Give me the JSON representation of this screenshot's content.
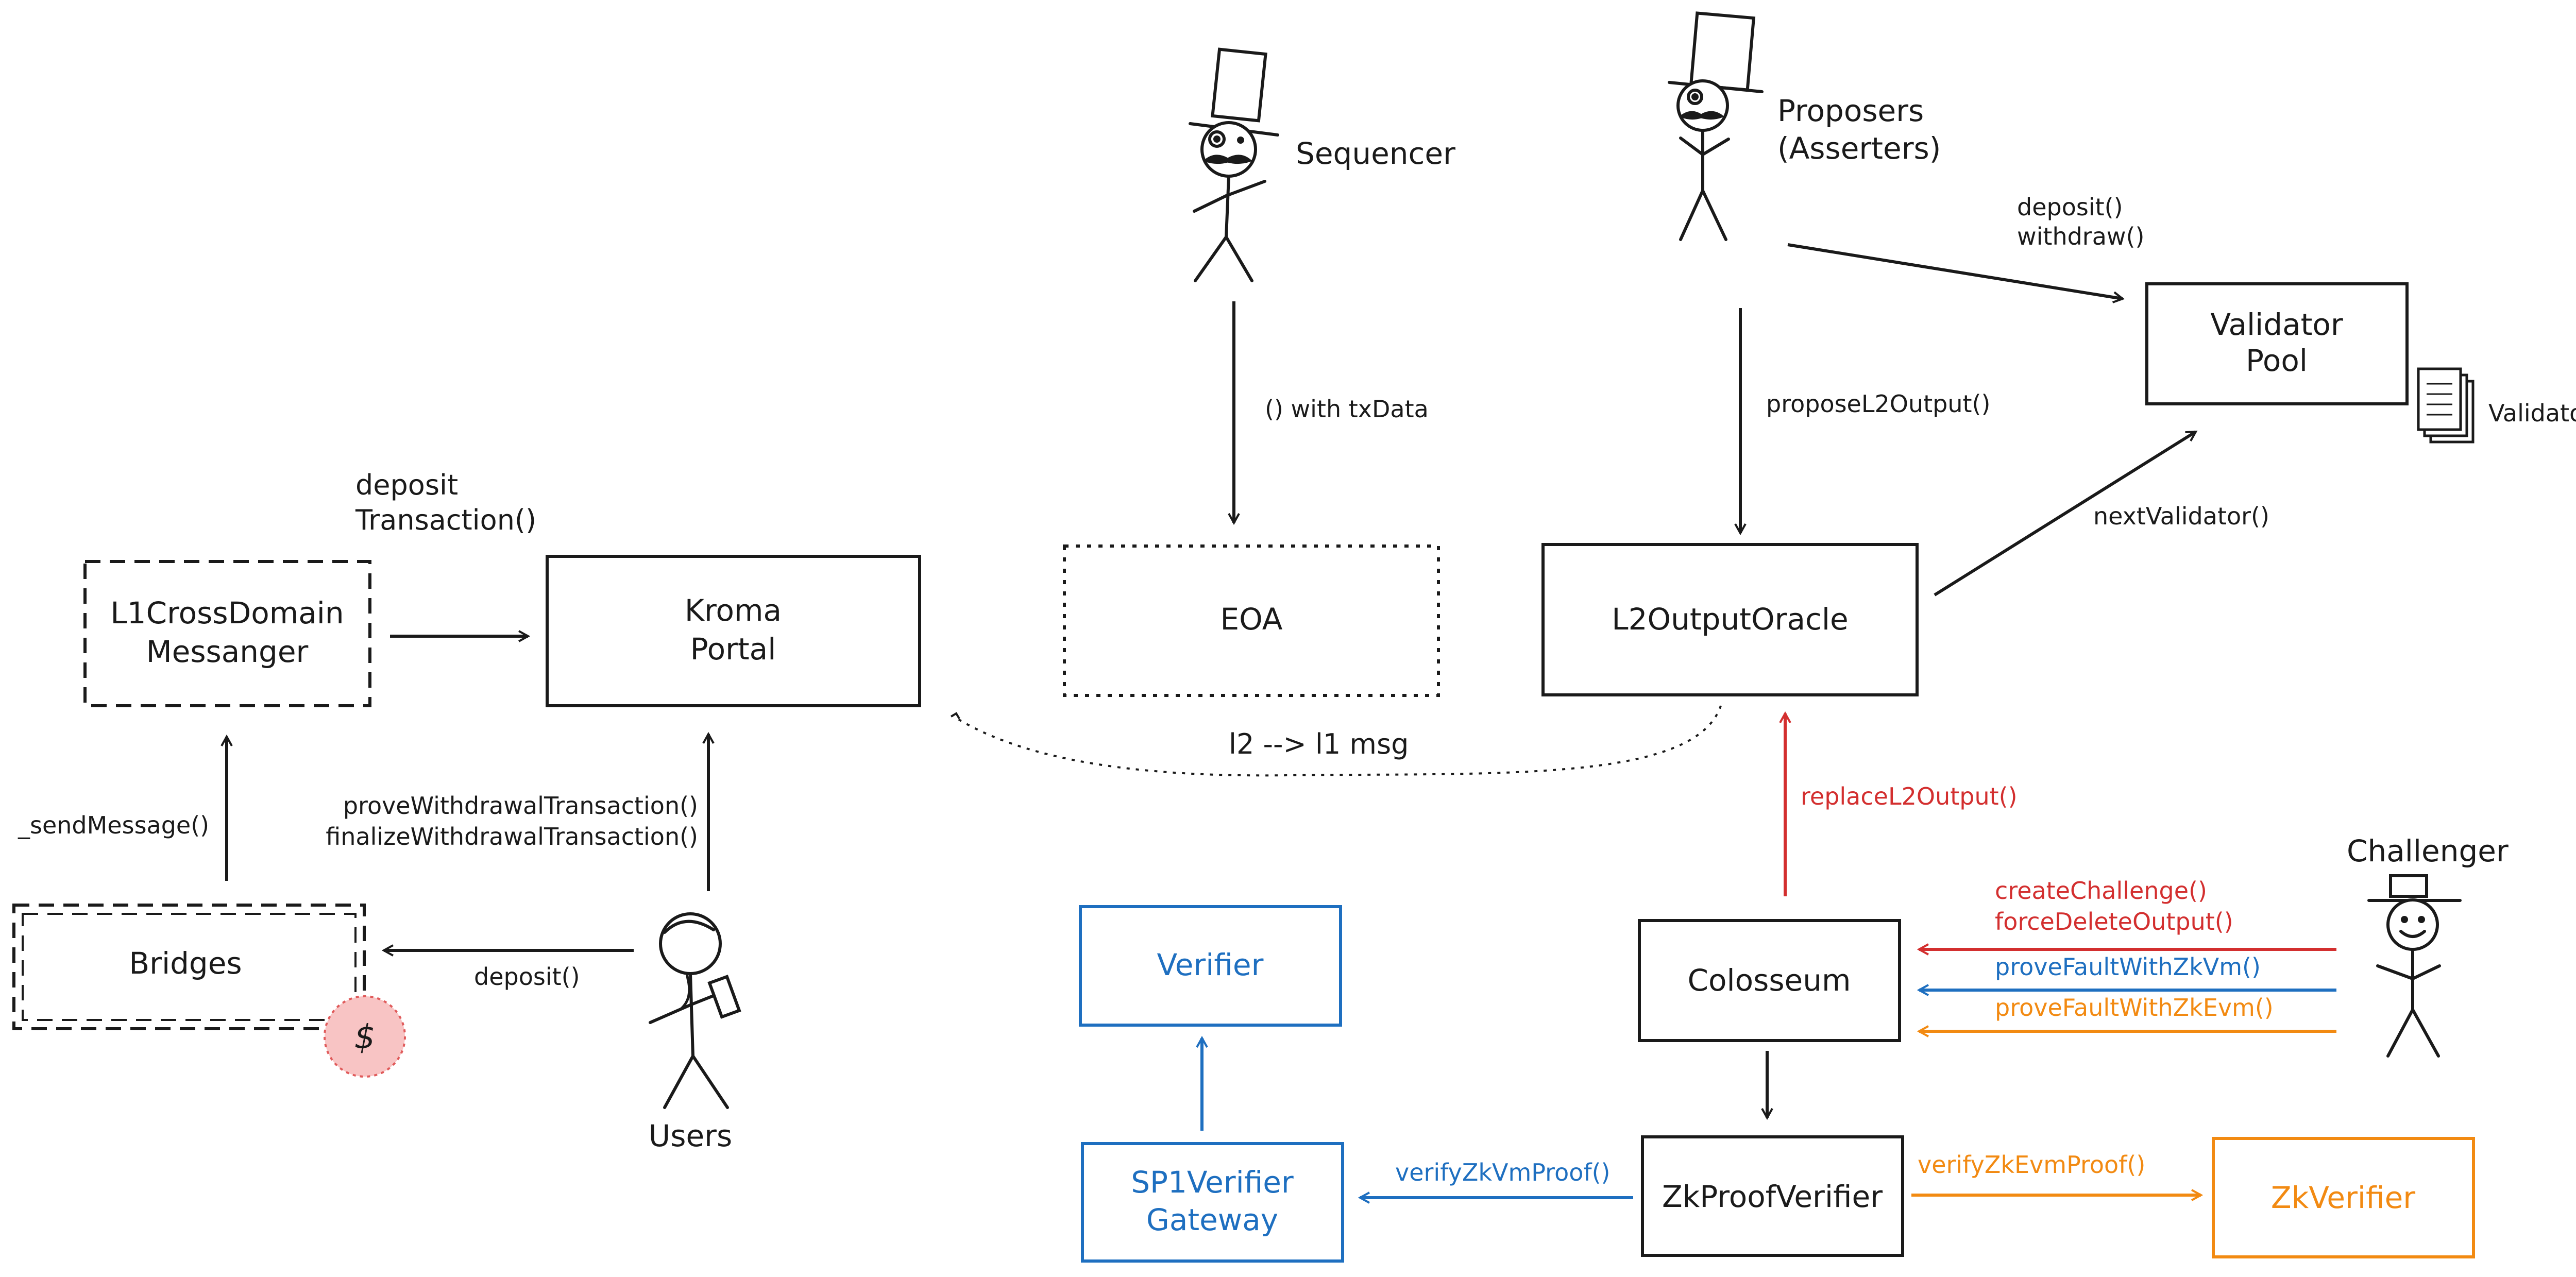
{
  "colors": {
    "ink": "#1a1a1a",
    "red": "#d32f2f",
    "blue": "#1e6fc0",
    "orange": "#f28a12",
    "coin_fill": "#f8c4c4",
    "coin_stroke": "#e05a5a"
  },
  "actors": {
    "sequencer": "Sequencer",
    "proposers": [
      "Proposers",
      "(Asserters)"
    ],
    "challenger": "Challenger",
    "users": "Users",
    "validators": "Validators"
  },
  "boxes": {
    "l1cdm": [
      "L1CrossDomain",
      "Messanger"
    ],
    "kroma": [
      "Kroma",
      "Portal"
    ],
    "eoa": [
      "EOA"
    ],
    "oracle": [
      "L2OutputOracle"
    ],
    "pool": [
      "Validator",
      "Pool"
    ],
    "bridges": [
      "Bridges"
    ],
    "verifier": [
      "Verifier"
    ],
    "sp1": [
      "SP1Verifier",
      "Gateway"
    ],
    "colosseum": [
      "Colosseum"
    ],
    "zkproof": [
      "ZkProofVerifier"
    ],
    "zkverifier": [
      "ZkVerifier"
    ]
  },
  "labels": {
    "deposit_tx": [
      "deposit",
      "Transaction()"
    ],
    "send_message": "_sendMessage()",
    "prove_finalize": [
      "proveWithdrawalTransaction()",
      "finalizeWithdrawalTransaction()"
    ],
    "user_deposit": "deposit()",
    "with_txdata": "() with txData",
    "l2_l1_msg": "l2 --> l1 msg",
    "propose": "proposeL2Output()",
    "deposit_withdraw": [
      "deposit()",
      "withdraw()"
    ],
    "next_validator": "nextValidator()",
    "replace": "replaceL2Output()",
    "challenge": [
      "createChallenge()",
      "forceDeleteOutput()"
    ],
    "fault_zkvm": "proveFaultWithZkVm()",
    "fault_zkevm": "proveFaultWithZkEvm()",
    "verify_zkvm": "verifyZkVmProof()",
    "verify_zkevm": "verifyZkEvmProof()",
    "coin": "$"
  }
}
